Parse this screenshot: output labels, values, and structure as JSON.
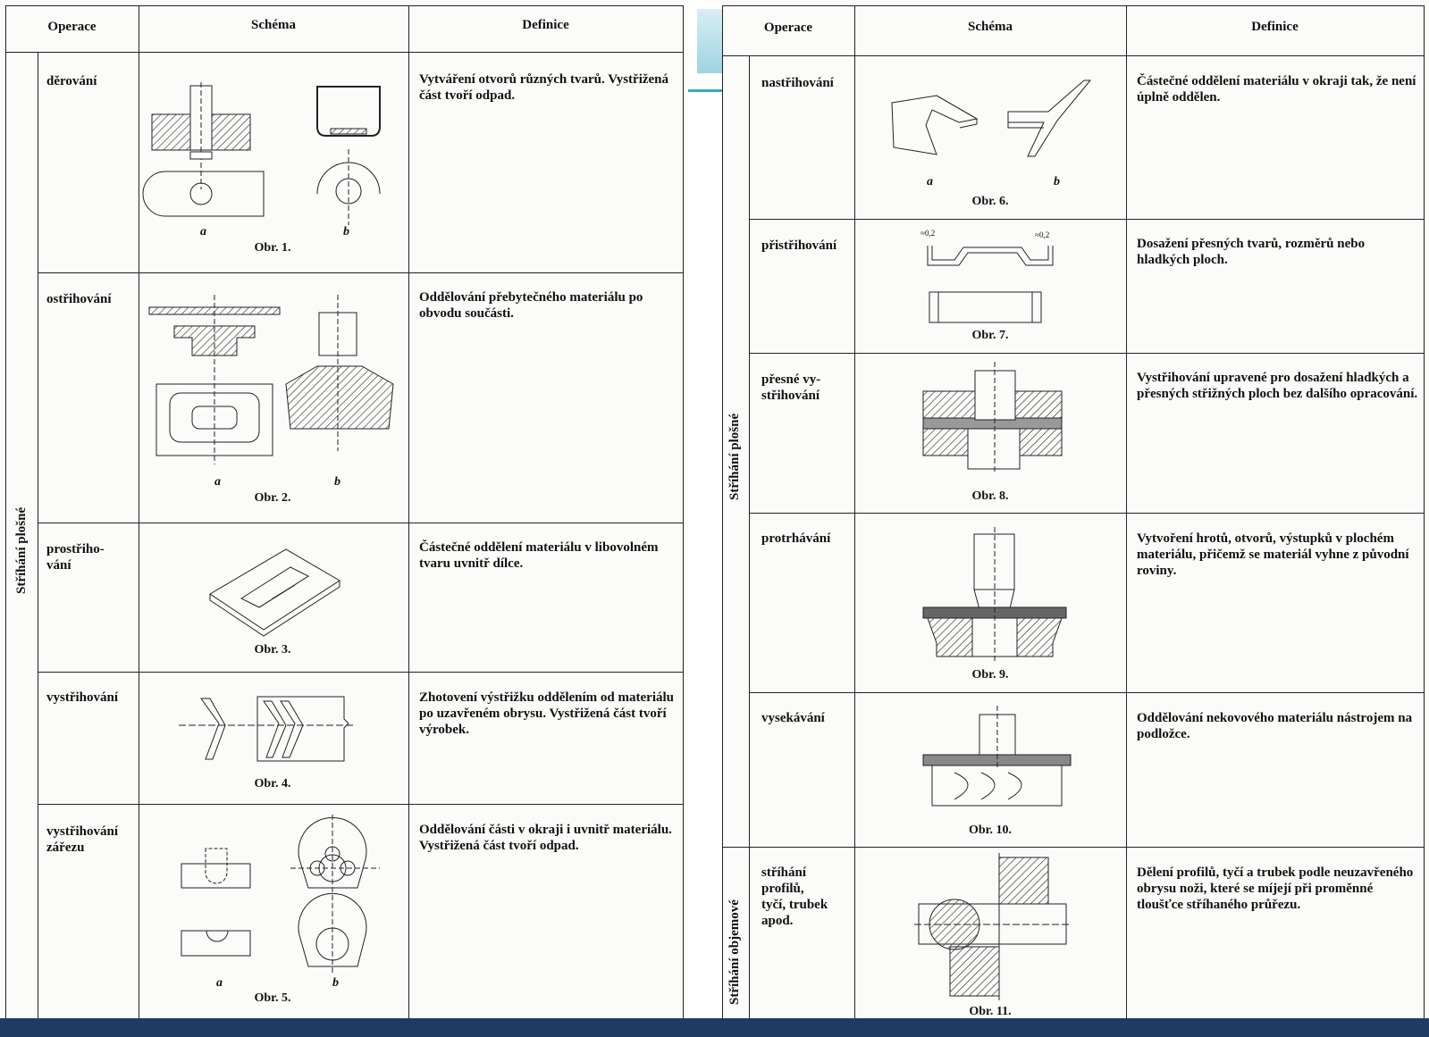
{
  "headers": {
    "operace": "Operace",
    "schema": "Schéma",
    "definice": "Definice"
  },
  "left_group": "Stříhání plošné",
  "left_rows": [
    {
      "operation": "děrování",
      "definition": "Vytváření otvorů různých tvarů. Vystřižená část tvoří odpad.",
      "caption": "Obr. 1.",
      "letters": [
        "a",
        "b"
      ]
    },
    {
      "operation": "ostřihování",
      "definition": "Oddělování přebytečného materiálu po obvodu součásti.",
      "caption": "Obr. 2.",
      "letters": [
        "a",
        "b"
      ]
    },
    {
      "operation": "prostřiho-\nvání",
      "definition": "Částečné oddělení materiálu v libovolném tvaru uvnitř dílce.",
      "caption": "Obr. 3."
    },
    {
      "operation": "vystřihování",
      "definition": "Zhotovení výstřižku oddělením od materiálu po uzavřeném obrysu. Vystřižená část tvoří výrobek.",
      "caption": "Obr. 4."
    },
    {
      "operation": "vystřihování\nzářezu",
      "definition": "Oddělování části v okraji i uvnitř materiálu. Vystřižená část tvoří odpad.",
      "caption": "Obr. 5.",
      "letters": [
        "a",
        "b"
      ]
    }
  ],
  "right_group_1": "Stříhání plošné",
  "right_group_2": "Stříhání objemové",
  "right_rows": [
    {
      "operation": "nastřihování",
      "definition": "Částečné oddělení materiálu v okraji tak, že není úplně oddělen.",
      "caption": "Obr. 6.",
      "letters": [
        "a",
        "b"
      ]
    },
    {
      "operation": "přistřihování",
      "definition": "Dosažení přesných tvarů, rozměrů nebo hladkých ploch.",
      "caption": "Obr. 7.",
      "dims": [
        "≈0,2",
        "≈0,2"
      ]
    },
    {
      "operation": "přesné vy-\nstřihování",
      "definition": "Vystřihování upravené pro dosažení hladkých a přesných střižných ploch bez dalšího opracování.",
      "caption": "Obr. 8."
    },
    {
      "operation": "protrhávání",
      "definition": "Vytvoření hrotů, otvorů, výstupků v plochém materiálu, přičemž se materiál vyhne z původní roviny.",
      "caption": "Obr. 9."
    },
    {
      "operation": "vysekávání",
      "definition": "Oddělování nekovového materiálu nástrojem na podložce.",
      "caption": "Obr. 10."
    },
    {
      "operation": "stříhání\nprofilů,\ntyčí, trubek\napod.",
      "definition": "Dělení profilů, tyčí a trubek podle neuzavřeného obrysu noži, které se míjejí při proměnné tloušťce stříhaného průřezu.",
      "caption": "Obr. 11."
    }
  ]
}
